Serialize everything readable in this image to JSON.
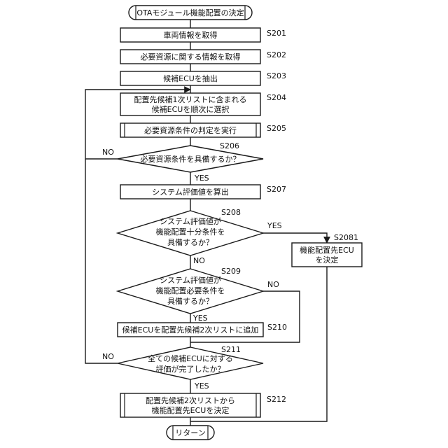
{
  "start": "OTAモジュール機能配置の決定",
  "end": "リターン",
  "steps": {
    "s201": {
      "id": "S201",
      "text": "車両情報を取得"
    },
    "s202": {
      "id": "S202",
      "text": "必要資源に関する情報を取得"
    },
    "s203": {
      "id": "S203",
      "text": "候補ECUを抽出"
    },
    "s204": {
      "id": "S204",
      "line1": "配置先候補1次リストに含まれる",
      "line2": "候補ECUを順次に選択"
    },
    "s205": {
      "id": "S205",
      "text": "必要資源条件の判定を実行"
    },
    "s206": {
      "id": "S206",
      "text": "必要資源条件を具備するか？"
    },
    "s207": {
      "id": "S207",
      "text": "システム評価値を算出"
    },
    "s208": {
      "id": "S208",
      "line1": "システム評価値が",
      "line2": "機能配置十分条件を",
      "line3": "具備するか？"
    },
    "s2081": {
      "id": "S2081",
      "line1": "機能配置先ECU",
      "line2": "を決定"
    },
    "s209": {
      "id": "S209",
      "line1": "システム評価値が",
      "line2": "機能配置必要条件を",
      "line3": "具備するか？"
    },
    "s210": {
      "id": "S210",
      "text": "候補ECUを配置先候補2次リストに追加"
    },
    "s211": {
      "id": "S211",
      "line1": "全ての候補ECUに対する",
      "line2": "評価が完了したか？"
    },
    "s212": {
      "id": "S212",
      "line1": "配置先候補2次リストから",
      "line2": "機能配置先ECUを決定"
    }
  },
  "labels": {
    "yes": "YES",
    "no": "NO"
  }
}
